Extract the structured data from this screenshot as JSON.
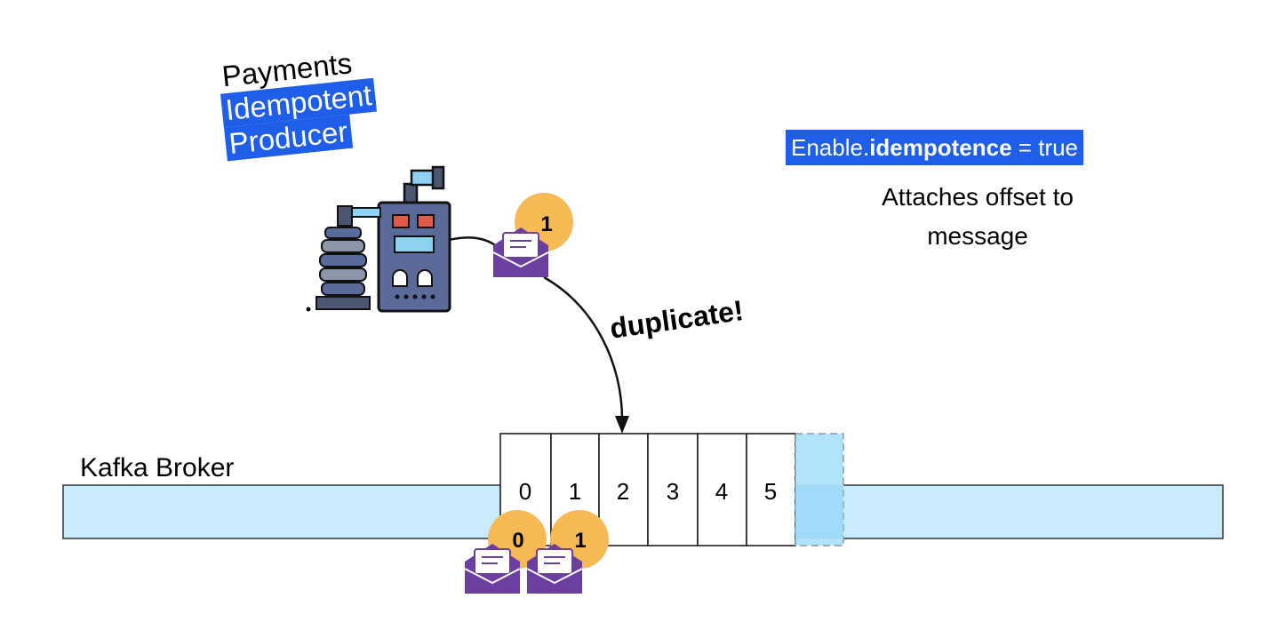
{
  "producer": {
    "lines": [
      "Payments",
      "Idempotent",
      "Producer"
    ]
  },
  "config": {
    "prefix": "Enable.",
    "key": "idempotence",
    "suffix": " = true"
  },
  "config_note": {
    "line1": "Attaches offset to",
    "line2": "message"
  },
  "arrow_label": "duplicate!",
  "broker": {
    "label": "Kafka Broker",
    "offsets": [
      "0",
      "1",
      "2",
      "3",
      "4",
      "5"
    ]
  },
  "messages": {
    "in_flight": "1",
    "stored": [
      "0",
      "1"
    ]
  },
  "colors": {
    "highlight": "#1f5ee8",
    "broker_fill": "#c8ecfb",
    "pending_slot": "#b3e3fa",
    "envelope": "#6b3fa0",
    "badge": "#f5b955",
    "machine_body": "#5a6a99",
    "machine_screen": "#8dd2f2",
    "machine_red": "#e05a4b"
  }
}
